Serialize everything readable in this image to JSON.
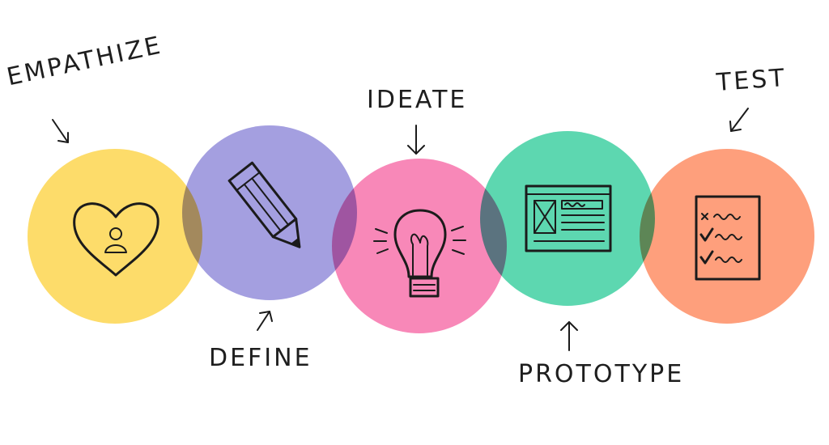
{
  "diagram": {
    "stages": [
      {
        "id": "empathize",
        "label": "EMPATHIZE",
        "color": "#FDDC6A",
        "icon": "heart-person-icon"
      },
      {
        "id": "define",
        "label": "DEFINE",
        "color": "#A49FE0",
        "icon": "pencil-icon"
      },
      {
        "id": "ideate",
        "label": "IDEATE",
        "color": "#F888B8",
        "icon": "lightbulb-icon"
      },
      {
        "id": "prototype",
        "label": "PROTOTYPE",
        "color": "#5DD7B0",
        "icon": "wireframe-icon"
      },
      {
        "id": "test",
        "label": "TEST",
        "color": "#FE9F7C",
        "icon": "checklist-icon"
      }
    ]
  }
}
